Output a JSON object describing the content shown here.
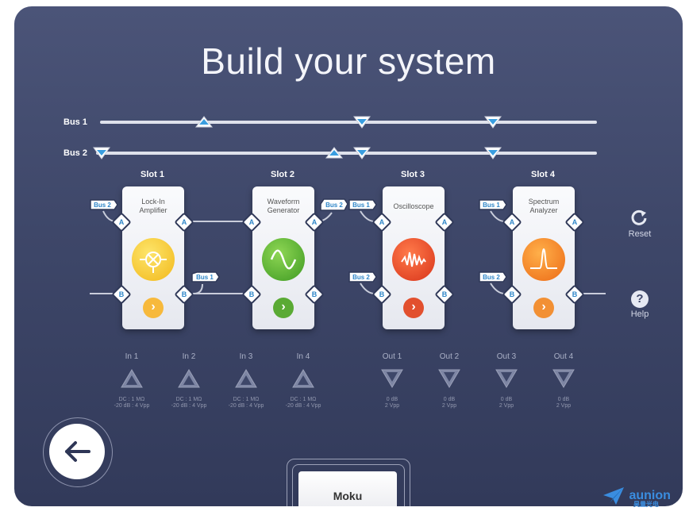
{
  "title": "Build your system",
  "buses": [
    {
      "label": "Bus 1"
    },
    {
      "label": "Bus 2"
    }
  ],
  "slots": [
    {
      "label": "Slot 1",
      "instrument": "Lock-In Amplifier",
      "line1": "Lock-In",
      "line2": "Amplifier",
      "icon": "lock-in-icon",
      "color": "#f2c01c"
    },
    {
      "label": "Slot 2",
      "instrument": "Waveform Generator",
      "line1": "Waveform",
      "line2": "Generator",
      "icon": "sine-wave-icon",
      "color": "#5bb030"
    },
    {
      "label": "Slot 3",
      "instrument": "Oscilloscope",
      "line1": "Oscilloscope",
      "line2": "",
      "icon": "oscilloscope-icon",
      "color": "#e84a2a"
    },
    {
      "label": "Slot 4",
      "instrument": "Spectrum Analyzer",
      "line1": "Spectrum",
      "line2": "Analyzer",
      "icon": "spectrum-icon",
      "color": "#f08a22"
    }
  ],
  "port_labels": {
    "a": "A",
    "b": "B"
  },
  "bus_tags": {
    "bus1": "Bus 1",
    "bus2": "Bus 2"
  },
  "inputs": [
    {
      "label": "In 1",
      "spec1": "DC : 1 MΩ",
      "spec2": "-20 dB : 4 Vpp"
    },
    {
      "label": "In 2",
      "spec1": "DC : 1 MΩ",
      "spec2": "-20 dB : 4 Vpp"
    },
    {
      "label": "In 3",
      "spec1": "DC : 1 MΩ",
      "spec2": "-20 dB : 4 Vpp"
    },
    {
      "label": "In 4",
      "spec1": "DC : 1 MΩ",
      "spec2": "-20 dB : 4 Vpp"
    }
  ],
  "outputs": [
    {
      "label": "Out 1",
      "spec1": "0 dB",
      "spec2": "2 Vpp"
    },
    {
      "label": "Out 2",
      "spec1": "0 dB",
      "spec2": "2 Vpp"
    },
    {
      "label": "Out 3",
      "spec1": "0 dB",
      "spec2": "2 Vpp"
    },
    {
      "label": "Out 4",
      "spec1": "0 dB",
      "spec2": "2 Vpp"
    }
  ],
  "side": {
    "reset": "Reset",
    "help": "Help"
  },
  "device": {
    "label": "Moku"
  },
  "brand": {
    "name": "aunion",
    "sub": "昊量光电"
  },
  "colors": {
    "bg": "#3e4769",
    "accent": "#2e86c8"
  }
}
